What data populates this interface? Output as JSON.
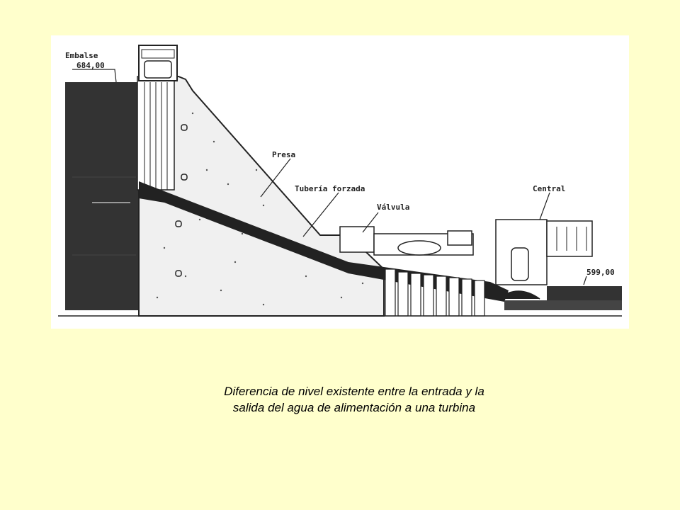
{
  "diagram": {
    "labels": {
      "embalse": "Embalse",
      "embalse_level": "684,00",
      "presa": "Presa",
      "tuberia": "Tubería forzada",
      "valvula": "Válvula",
      "central": "Central",
      "outlet_level": "599,00"
    }
  },
  "caption": {
    "line1": "Diferencia de nivel existente entre la entrada y la",
    "line2": "salida del agua de alimentación a una turbina"
  }
}
